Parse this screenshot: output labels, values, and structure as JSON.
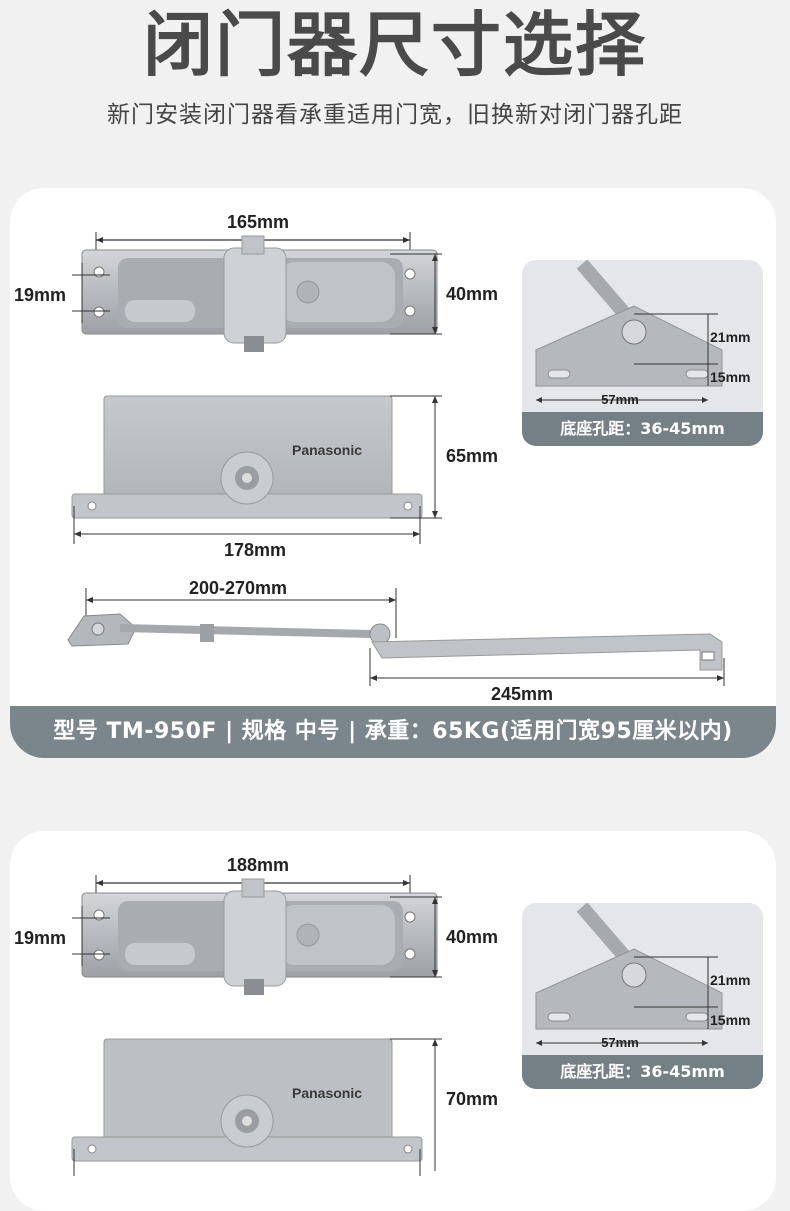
{
  "page": {
    "title": "闭门器尺寸选择",
    "subtitle": "新门安装闭门器看承重适用门宽，旧换新对闭门器孔距"
  },
  "model_1": {
    "width_top": "165mm",
    "hole_gap": "19mm",
    "depth": "40mm",
    "height": "65mm",
    "width_bottom": "178mm",
    "arm_length": "200-270mm",
    "rod_length": "245mm",
    "brand": "Panasonic",
    "bracket": {
      "height": "21mm",
      "hole_gap": "15mm",
      "width": "57mm",
      "caption": "底座孔距：36-45mm"
    },
    "spec": "型号 TM-950F | 规格 中号 | 承重：65KG(适用门宽95厘米以内)"
  },
  "model_2": {
    "width_top": "188mm",
    "hole_gap": "19mm",
    "depth": "40mm",
    "height": "70mm",
    "brand": "Panasonic",
    "bracket": {
      "height": "21mm",
      "hole_gap": "15mm",
      "width": "57mm",
      "caption": "底座孔距：36-45mm"
    }
  },
  "colors": {
    "background": "#f1f1f1",
    "banner": "#7b858c",
    "metal": "#b9bcc0",
    "metal_dark": "#8e9297"
  }
}
